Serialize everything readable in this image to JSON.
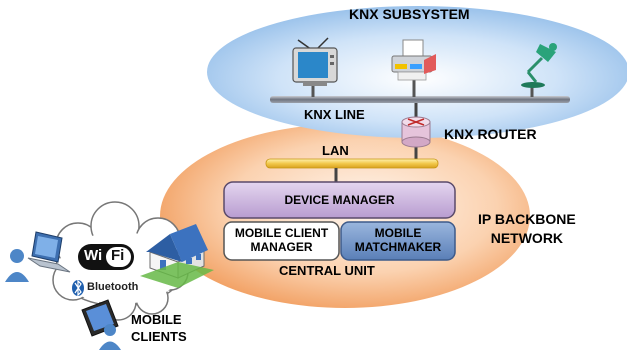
{
  "knx_subsystem": {
    "title": "KNX SUBSYSTEM",
    "line_label": "KNX LINE"
  },
  "router": {
    "label": "KNX ROUTER"
  },
  "lan": {
    "label": "LAN"
  },
  "central_unit": {
    "device_manager": "DEVICE MANAGER",
    "mobile_client_manager_line1": "MOBILE CLIENT",
    "mobile_client_manager_line2": "MANAGER",
    "mobile_matchmaker_line1": "MOBILE",
    "mobile_matchmaker_line2": "MATCHMAKER",
    "label": "CENTRAL UNIT"
  },
  "ip_backbone": {
    "line1": "IP BACKBONE",
    "line2": "NETWORK"
  },
  "cloud": {
    "wifi_text": "Wi",
    "wifi_text_2": "Fi",
    "bluetooth_text": "Bluetooth"
  },
  "mobile_clients": {
    "line1": "MOBILE",
    "line2": "CLIENTS"
  },
  "colors": {
    "knx_ellipse": "#a9cdf2",
    "backbone_ellipse": "#f7a96a",
    "device_manager_fill": "#c9b3dc",
    "matchmaker_fill": "#6f95c7",
    "lan_bar": "#f2c84b",
    "router": "#e0b8d3"
  }
}
